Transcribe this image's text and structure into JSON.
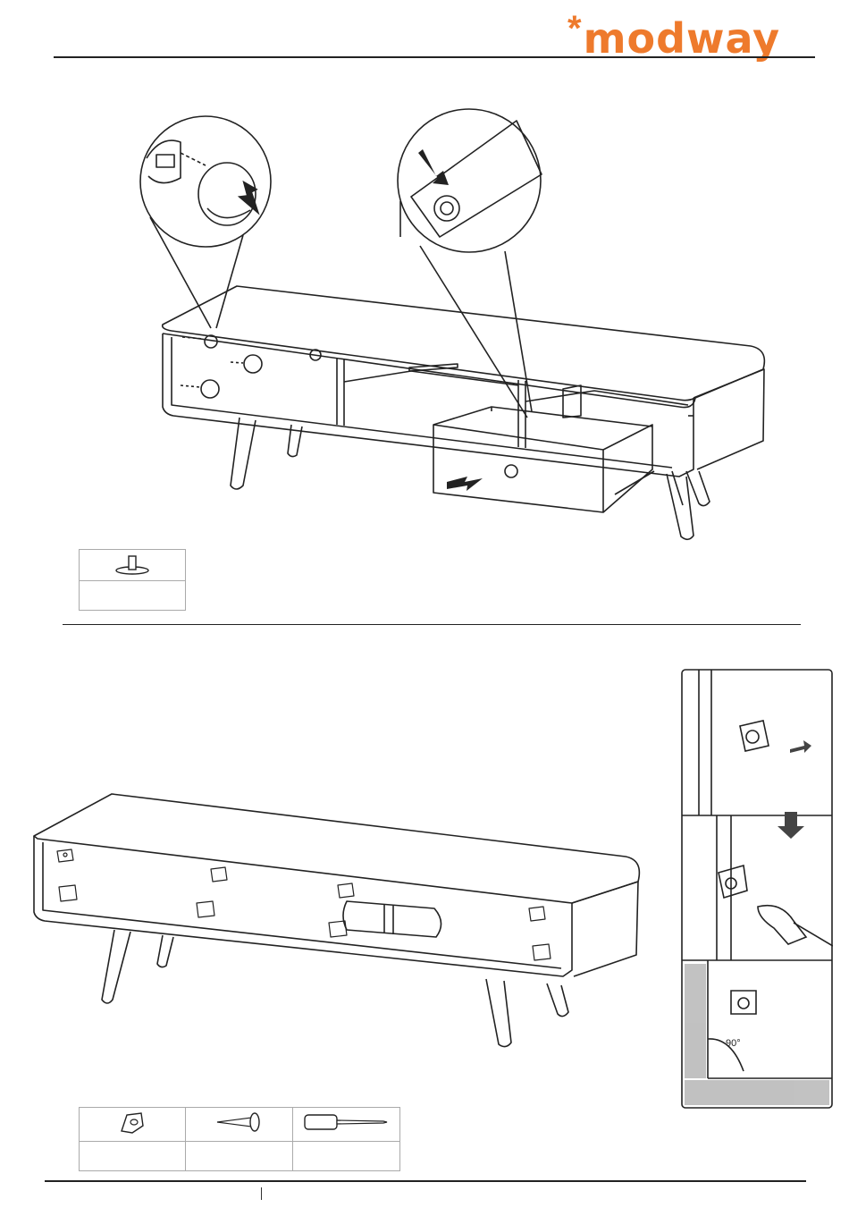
{
  "brand": {
    "mark": "*",
    "name": "modway",
    "color": "#ee7a2c"
  },
  "step_a": {
    "figure": "tv-stand-drawer-install",
    "parts": [
      {
        "icon": "drawer-knob-icon",
        "quantity": ""
      }
    ]
  },
  "step_b": {
    "figure": "tv-stand-back-view-with-brackets",
    "detail": "bracket-screw-detail",
    "angle_label": "90°",
    "parts": [
      {
        "icon": "corner-bracket-icon",
        "quantity": ""
      },
      {
        "icon": "screw-icon",
        "quantity": ""
      },
      {
        "icon": "screwdriver-icon",
        "quantity": ""
      }
    ]
  }
}
